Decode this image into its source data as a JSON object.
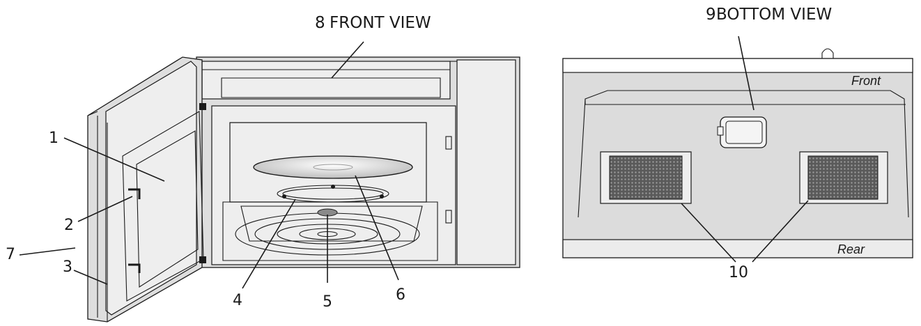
{
  "front_view": {
    "title": "FRONT  VIEW",
    "title_num": "8",
    "callouts": [
      "1",
      "2",
      "7",
      "3",
      "4",
      "5",
      "6"
    ]
  },
  "bottom_view": {
    "title": "BOTTOM VIEW",
    "title_num": "9",
    "front_label": "Front",
    "rear_label": "Rear",
    "vent_callout": "10"
  },
  "colors": {
    "line": "#1a1a1a",
    "body": "#dedede",
    "panel": "#eeeeee",
    "vent": "#4a4a4a"
  }
}
